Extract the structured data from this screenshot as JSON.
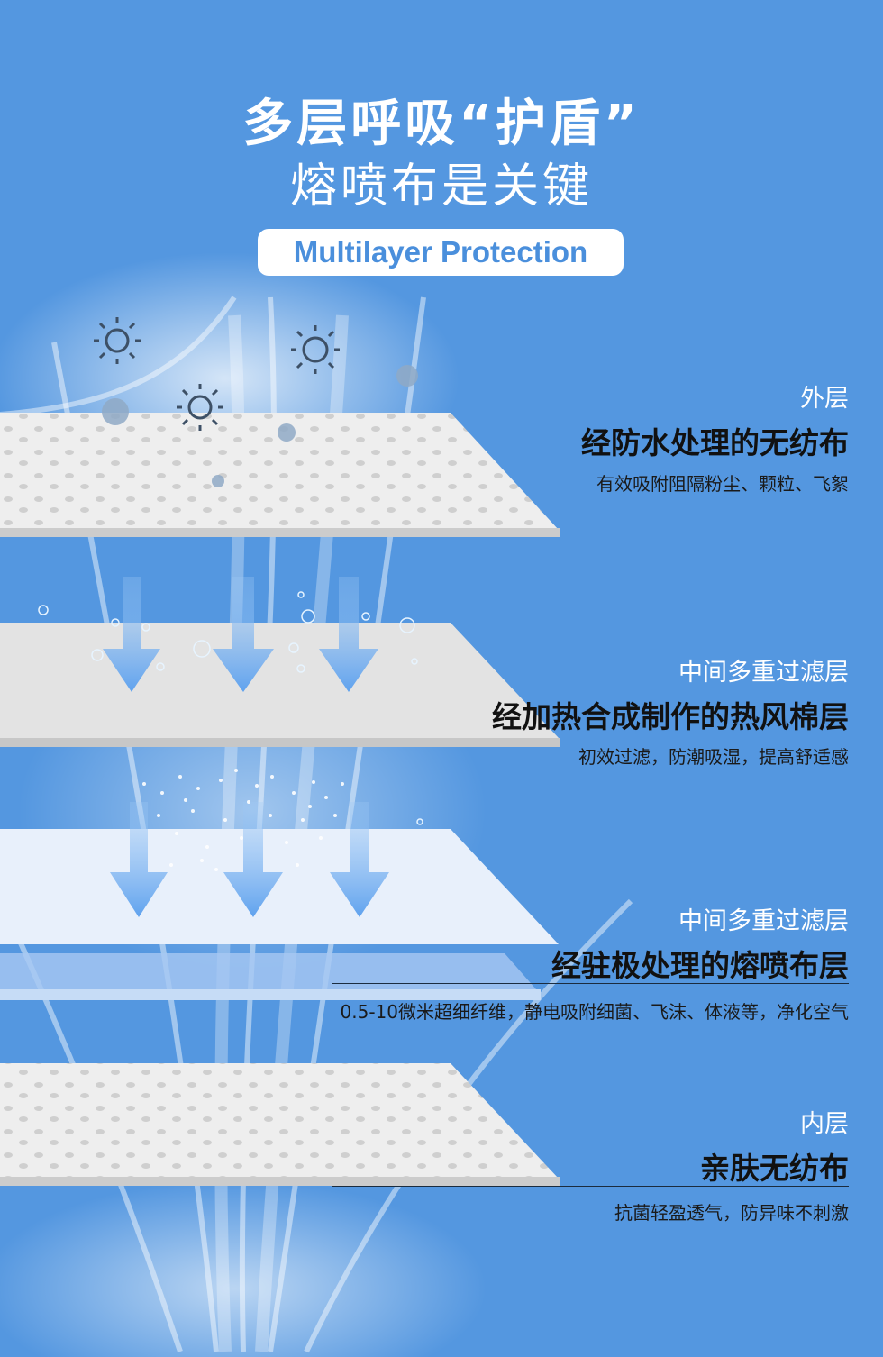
{
  "header": {
    "title_line1": "多层呼吸“护盾”",
    "title_line2": "熔喷布是关键",
    "badge": "Multilayer Protection"
  },
  "layers": [
    {
      "tag": "外层",
      "heading": "经防水处理的无纺布",
      "desc": "有效吸附阻隔粉尘、颗粒、飞絮"
    },
    {
      "tag": "中间多重过滤层",
      "heading": "经加热合成制作的热风棉层",
      "desc": "初效过滤，防潮吸湿，提高舒适感"
    },
    {
      "tag": "中间多重过滤层",
      "heading": "经驻极处理的熔喷布层",
      "desc": "0.5-10微米超细纤维，静电吸附细菌、飞沫、体液等，净化空气"
    },
    {
      "tag": "内层",
      "heading": "亲肤无纺布",
      "desc": "抗菌轻盈透气，防异味不刺激"
    }
  ],
  "colors": {
    "background": "#5497e0",
    "badge_text": "#4a8fdc",
    "arrow": "#6aaaf0"
  }
}
